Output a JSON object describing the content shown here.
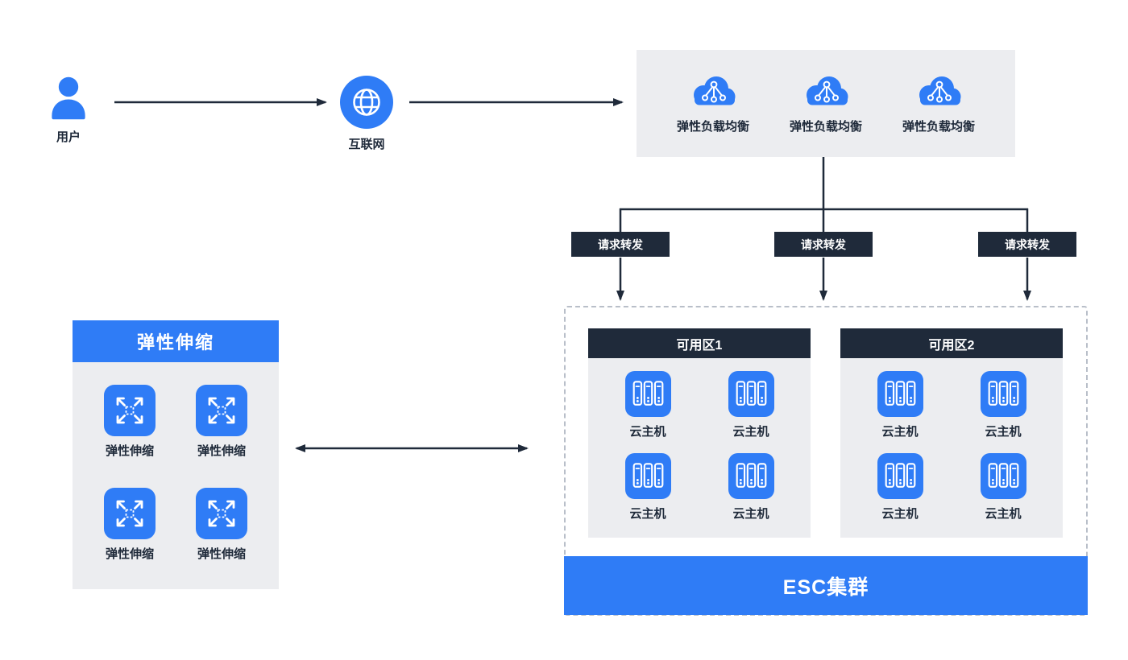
{
  "colors": {
    "blue": "#2F7CF6",
    "dark": "#1F2A3A",
    "panel": "#ECEDF0",
    "dash": "#B9BFC9"
  },
  "user": {
    "label": "用户"
  },
  "internet": {
    "label": "互联网"
  },
  "elb": {
    "items": [
      {
        "label": "弹性负载均衡"
      },
      {
        "label": "弹性负载均衡"
      },
      {
        "label": "弹性负载均衡"
      }
    ]
  },
  "forwards": [
    {
      "label": "请求转发"
    },
    {
      "label": "请求转发"
    },
    {
      "label": "请求转发"
    }
  ],
  "scaling": {
    "title": "弹性伸缩",
    "items": [
      {
        "label": "弹性伸缩"
      },
      {
        "label": "弹性伸缩"
      },
      {
        "label": "弹性伸缩"
      },
      {
        "label": "弹性伸缩"
      }
    ]
  },
  "zones": [
    {
      "title": "可用区1",
      "hosts": [
        {
          "label": "云主机"
        },
        {
          "label": "云主机"
        },
        {
          "label": "云主机"
        },
        {
          "label": "云主机"
        }
      ]
    },
    {
      "title": "可用区2",
      "hosts": [
        {
          "label": "云主机"
        },
        {
          "label": "云主机"
        },
        {
          "label": "云主机"
        },
        {
          "label": "云主机"
        }
      ]
    }
  ],
  "cluster": {
    "label": "ESC集群"
  }
}
